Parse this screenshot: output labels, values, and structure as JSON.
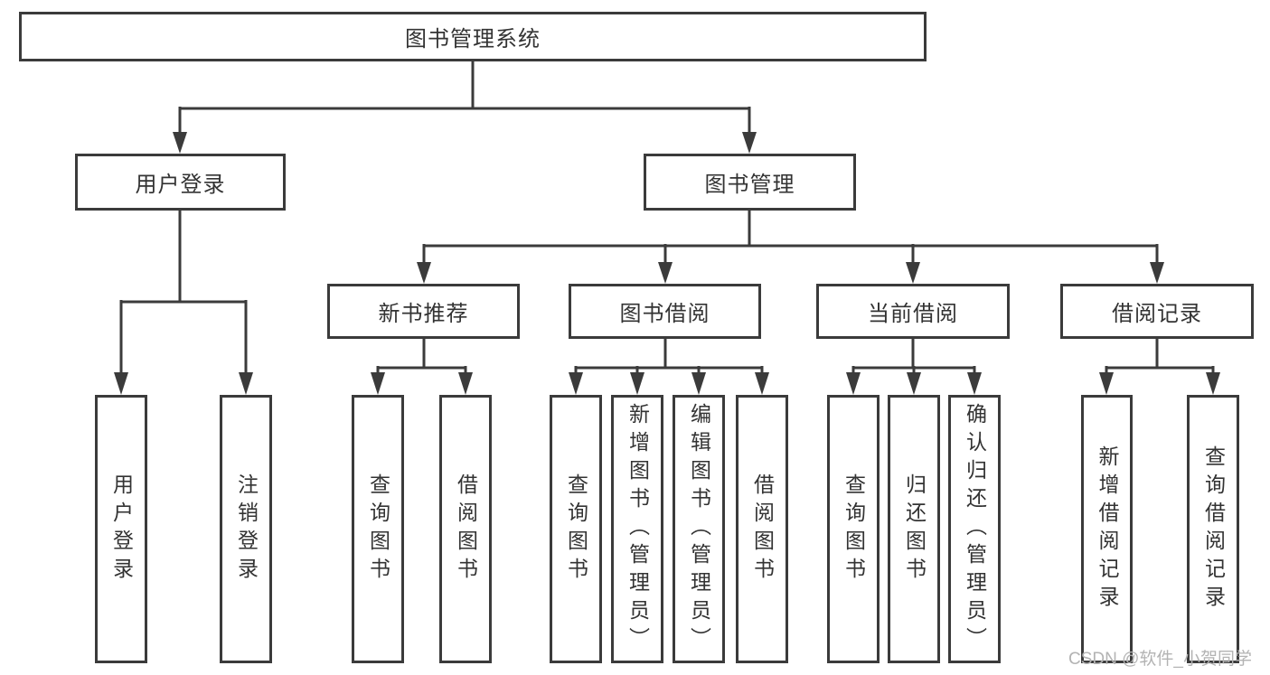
{
  "diagram": {
    "title": "图书管理系统",
    "branches": [
      {
        "label": "用户登录",
        "children": [
          "用户登录",
          "注销登录"
        ]
      },
      {
        "label": "图书管理",
        "sections": [
          {
            "label": "新书推荐",
            "children": [
              "查询图书",
              "借阅图书"
            ]
          },
          {
            "label": "图书借阅",
            "children": [
              "查询图书",
              "新增图书（管理员）",
              "编辑图书（管理员）",
              "借阅图书"
            ]
          },
          {
            "label": "当前借阅",
            "children": [
              "查询图书",
              "归还图书",
              "确认归还（管理员）"
            ]
          },
          {
            "label": "借阅记录",
            "children": [
              "新增借阅记录",
              "查询借阅记录"
            ]
          }
        ]
      }
    ]
  },
  "colors": {
    "line": "#3b3b3b",
    "text": "#333333",
    "watermark": "#b3b3b3",
    "background": "#ffffff"
  },
  "watermark": {
    "text": "CSDN @软件_小贺同学"
  }
}
